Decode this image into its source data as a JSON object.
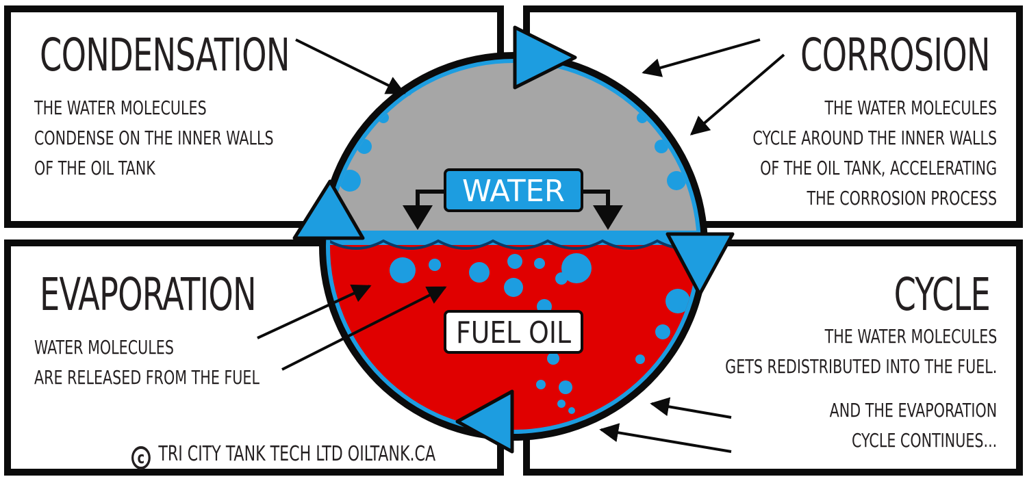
{
  "panels": {
    "condensation": {
      "title": "CONDENSATION",
      "lines": [
        "THE WATER MOLECULES",
        "CONDENSE ON THE INNER WALLS",
        "OF THE OIL TANK"
      ]
    },
    "corrosion": {
      "title": "CORROSION",
      "lines": [
        "THE WATER MOLECULES",
        "CYCLE AROUND THE INNER WALLS",
        "OF THE OIL TANK, ACCELERATING",
        "THE CORROSION  PROCESS"
      ]
    },
    "evaporation": {
      "title": "EVAPORATION",
      "lines": [
        "WATER MOLECULES",
        "ARE RELEASED FROM THE FUEL"
      ]
    },
    "cycle": {
      "title": "CYCLE",
      "lines": [
        "THE WATER MOLECULES",
        "GETS REDISTRIBUTED INTO THE FUEL."
      ],
      "continues_lines": [
        "AND THE  EVAPORATION",
        "CYCLE CONTINUES..."
      ]
    }
  },
  "diagram": {
    "water_label": "WATER",
    "fuel_label": "FUEL OIL"
  },
  "credit": {
    "text": "TRI CITY TANK TECH LTD  OILTANK.CA"
  },
  "colors": {
    "water_blue": "#1d9de0",
    "fuel_red": "#e00000",
    "air_gray": "#a6a6a6",
    "outline": "#0b0b0b",
    "text": "#231f20"
  }
}
